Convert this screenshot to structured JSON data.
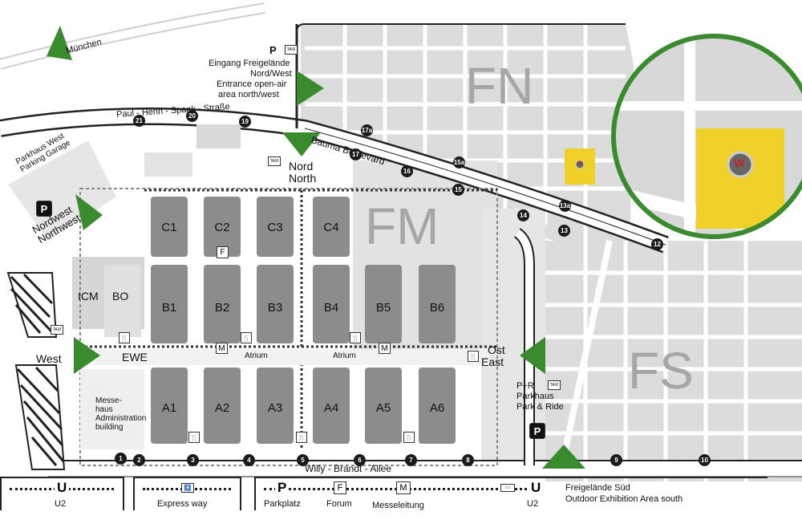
{
  "zones": {
    "fn": "FN",
    "fm": "FM",
    "fs": "FS"
  },
  "roads": {
    "munich": "München",
    "paul_henri": "Paul - Henri - Spaak - Straße",
    "bauma": "Bauma Boulevard",
    "willy": "Willy - Brandt - Allee"
  },
  "entrance_nw": {
    "parking_symbol": "P",
    "de1": "Eingang Freigelände",
    "de2": "Nord/West",
    "en1": "Entrance open-air",
    "en2": "area north/west"
  },
  "parking_west": {
    "de": "Parkhaus West",
    "en": "Parking Garage"
  },
  "nordwest": {
    "de": "Nordwest",
    "en": "Northwest"
  },
  "north": {
    "de": "Nord",
    "en": "North"
  },
  "west": "West",
  "ewe": "EWE",
  "ost": {
    "de": "Ost",
    "en": "East"
  },
  "park_ride": {
    "pr": "P+R",
    "de": "Parkhaus",
    "en": "Park & Ride"
  },
  "icm": "ICM",
  "bo": "BO",
  "admin": {
    "l1": "Messe-",
    "l2": "haus",
    "l3": "Administration",
    "l4": "building"
  },
  "atrium": [
    "Atrium",
    "Atrium"
  ],
  "halls": {
    "c": [
      "C1",
      "C2",
      "C3",
      "C4"
    ],
    "b": [
      "B1",
      "B2",
      "B3",
      "B4",
      "B5",
      "B6"
    ],
    "a": [
      "A1",
      "A2",
      "A3",
      "A4",
      "A5",
      "A6"
    ]
  },
  "gates": {
    "top": [
      "21",
      "20",
      "19",
      "17a",
      "17",
      "16",
      "15a",
      "15",
      "14",
      "13a",
      "13",
      "12"
    ],
    "bottom": [
      "1",
      "2",
      "3",
      "4",
      "5",
      "6",
      "7",
      "8",
      "9",
      "10"
    ]
  },
  "map_symbols": {
    "forum": "F",
    "messeleitung": "M",
    "restaurant": "🍴",
    "taxi": "TAXI"
  },
  "legend": {
    "u_symbol": "U",
    "u2": "U2",
    "express": "Express  way",
    "p_symbol": "P",
    "parkplatz": "Parkplatz",
    "f_symbol": "F",
    "forum": "Forum",
    "m_symbol": "M",
    "messeleitung": "Messeleitung",
    "u_symbol2": "U",
    "u2_b": "U2",
    "south_de": "Freigelände Süd",
    "south_en": "Outdoor Exhibition Area south"
  },
  "logo_letter": "W",
  "colors": {
    "arrow": "#3a8a2e",
    "stand": "#f0d12a",
    "hall": "#8c8c8c",
    "building": "#d9d9d9",
    "circle": "#3a8a2e",
    "road": "#ffffff"
  }
}
